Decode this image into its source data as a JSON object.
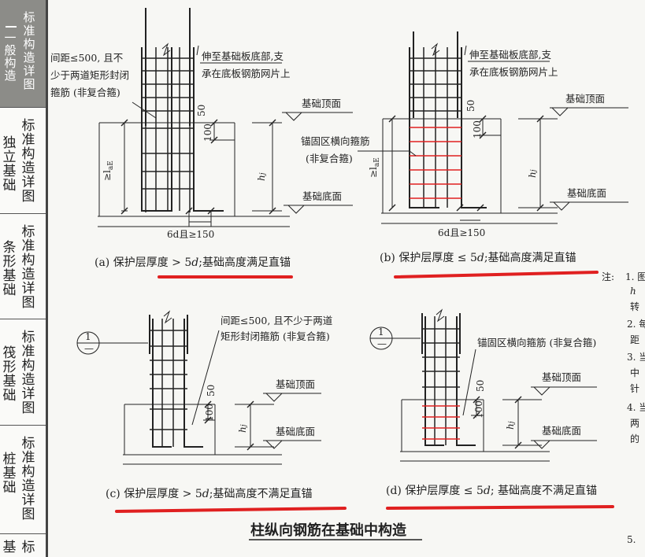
{
  "sidebar": {
    "tabs": [
      {
        "left": "一般构造",
        "right": "标准构造详图"
      },
      {
        "left": "独立基础",
        "right": "标准构造详图"
      },
      {
        "left": "条形基础",
        "right": "标准构造详图"
      },
      {
        "left": "筏形基础",
        "right": "标准构造详图"
      },
      {
        "left": "桩基础",
        "right": "标准构造详图"
      },
      {
        "left": "基",
        "right": "标"
      }
    ]
  },
  "diagrams": {
    "a": {
      "caption_prefix": "(a) 保护层厚度 > 5",
      "caption_d": "d",
      "caption_suffix": ";基础高度满足直锚",
      "note_spacing_1": "间距≤500, 且不",
      "note_spacing_2": "少于两道矩形封闭",
      "note_spacing_3": "箍筋 (非复合箍)",
      "note_extend_1": "伸至基础板底部,支",
      "note_extend_2": "承在底板钢筋网片上",
      "dim_top": "50",
      "dim_100": "100",
      "lae": "≥l",
      "lae_sub": "aE",
      "hj": "h",
      "hj_sub": "j",
      "top_label": "基础顶面",
      "bottom_label": "基础底面",
      "bottom_dim": "6d且≥150"
    },
    "b": {
      "caption_prefix": "(b) 保护层厚度 ≤ 5",
      "caption_d": "d",
      "caption_suffix": ";基础高度满足直锚",
      "note_extend_1": "伸至基础板底部,支",
      "note_extend_2": "承在底板钢筋网片上",
      "note_anchor_1": "锚固区横向箍筋",
      "note_anchor_2": "(非复合箍)",
      "dim_top": "50",
      "dim_100": "100",
      "lae": "≥l",
      "lae_sub": "aE",
      "hj": "h",
      "hj_sub": "j",
      "top_label": "基础顶面",
      "bottom_label": "基础底面",
      "bottom_dim": "6d且≥150"
    },
    "c": {
      "caption_prefix": "(c) 保护层厚度 > 5",
      "caption_d": "d",
      "caption_suffix": ";基础高度不满足直锚",
      "note_spacing_1": "间距≤500, 且不少于两道",
      "note_spacing_2": "矩形封闭箍筋 (非复合箍)",
      "callout_top": "1",
      "callout_bottom": "—",
      "dim_top": "50",
      "dim_100": "100",
      "hj": "h",
      "hj_sub": "j",
      "top_label": "基础顶面",
      "bottom_label": "基础底面"
    },
    "d": {
      "caption_prefix": "(d) 保护层厚度 ≤ 5",
      "caption_d": "d",
      "caption_suffix": "; 基础高度不满足直锚",
      "note_anchor": "锚固区横向箍筋 (非复合箍)",
      "callout_top": "1",
      "callout_bottom": "—",
      "dim_top": "50",
      "dim_100": "100",
      "hj": "h",
      "hj_sub": "j",
      "top_label": "基础顶面",
      "bottom_label": "基础底面"
    }
  },
  "notes": {
    "prefix": "注:",
    "items": [
      "1. 图",
      "h",
      "转",
      "2. 每",
      "距",
      "3. 当",
      "中",
      "针",
      "4. 当",
      "两",
      "的",
      "5."
    ]
  },
  "page_title": "柱纵向钢筋在基础中构造"
}
